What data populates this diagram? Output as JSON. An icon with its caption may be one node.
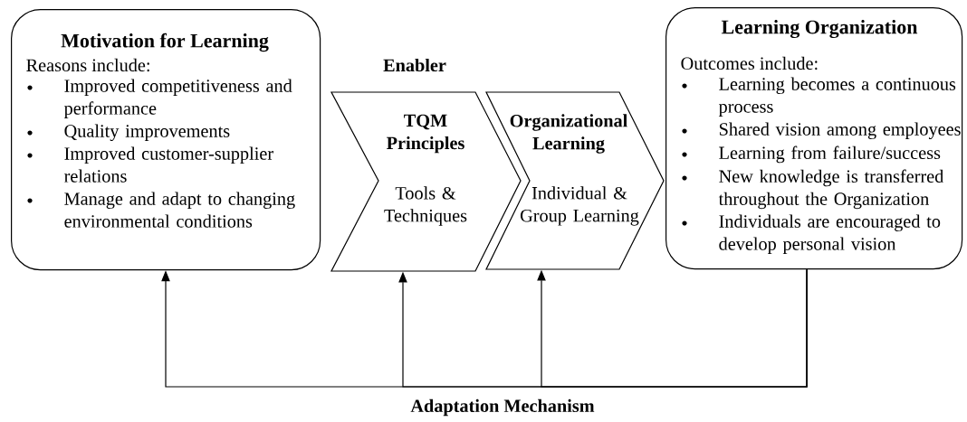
{
  "diagram": {
    "nodes": [
      {
        "text": [
          "Motivation for Learning",
          "Reasons include:",
          "Improved competitiveness and performance",
          "Quality improvements",
          "Improved customer-supplier relations",
          "Manage and adapt to changing environmental conditions"
        ]
      },
      {
        "text": [
          "TQM Principles",
          "Tools & Techniques"
        ]
      },
      {
        "text": [
          "Organizational Learning",
          "Individual & Group Learning"
        ]
      },
      {
        "text": [
          "Learning Organization",
          "Outcomes include:",
          "Learning becomes a continuous process",
          "Shared vision among employees",
          "Learning from failure/success",
          "New knowledge is transferred throughout the Organization",
          "Individuals are encouraged to develop personal vision"
        ]
      }
    ],
    "edges": [
      {
        "from": 3,
        "to": 0,
        "arrow": "to"
      },
      {
        "from": 3,
        "to": 1,
        "arrow": "to"
      },
      {
        "from": 3,
        "to": 2,
        "arrow": "to"
      }
    ],
    "labels": [
      "Enabler",
      "Adaptation Mechanism"
    ]
  }
}
